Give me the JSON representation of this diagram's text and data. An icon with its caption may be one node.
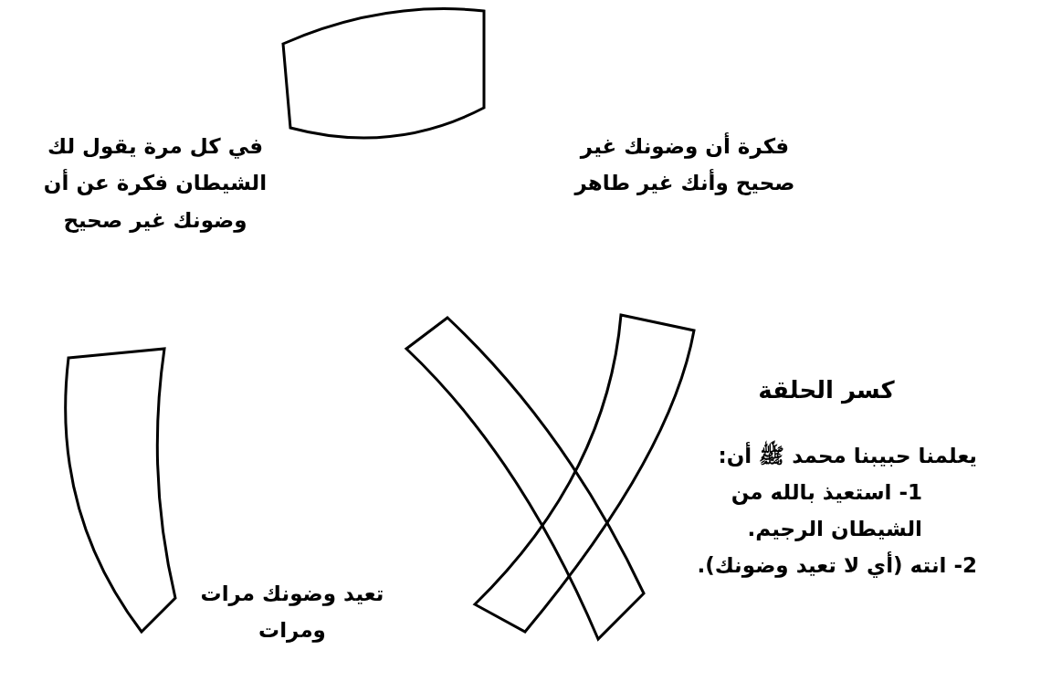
{
  "diagram": {
    "nodes": [
      {
        "text": [],
        "shape": "band"
      },
      {
        "text": [
          "في كل مرة يقول لك الشيطان فكرة عن أن وضونك غير صحيح"
        ]
      },
      {
        "text": [
          "فكرة أن وضونك غير صحيح وأنك غير طاهر"
        ]
      },
      {
        "text": [],
        "shape": "band"
      },
      {
        "text": [],
        "shape": "band"
      },
      {
        "text": [],
        "shape": "band"
      },
      {
        "text": [
          "كسر الحلقة",
          "يعلمنا حبيبنا محمد ﷺ أن:",
          "1- استعيذ بالله من الشيطان الرجيم.",
          "2- انته (أي لا تعيد وضونك)."
        ]
      },
      {
        "text": [
          "تعيد وضونك مرات ومرات"
        ]
      }
    ]
  }
}
